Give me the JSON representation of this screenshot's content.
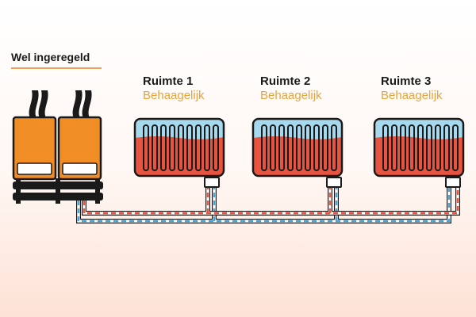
{
  "header": {
    "title": "Wel ingeregeld"
  },
  "rooms": [
    {
      "name": "Ruimte 1",
      "status": "Behaagelijk"
    },
    {
      "name": "Ruimte 2",
      "status": "Behaagelijk"
    },
    {
      "name": "Ruimte 3",
      "status": "Behaagelijk"
    }
  ],
  "colors": {
    "boiler": "#f08d24",
    "radiator_hot": "#e8543f",
    "radiator_cool": "#a7d9ee",
    "supply_pipe": "#e8543f",
    "return_pipe": "#4aa3d6",
    "status_text": "#e8a33a"
  }
}
